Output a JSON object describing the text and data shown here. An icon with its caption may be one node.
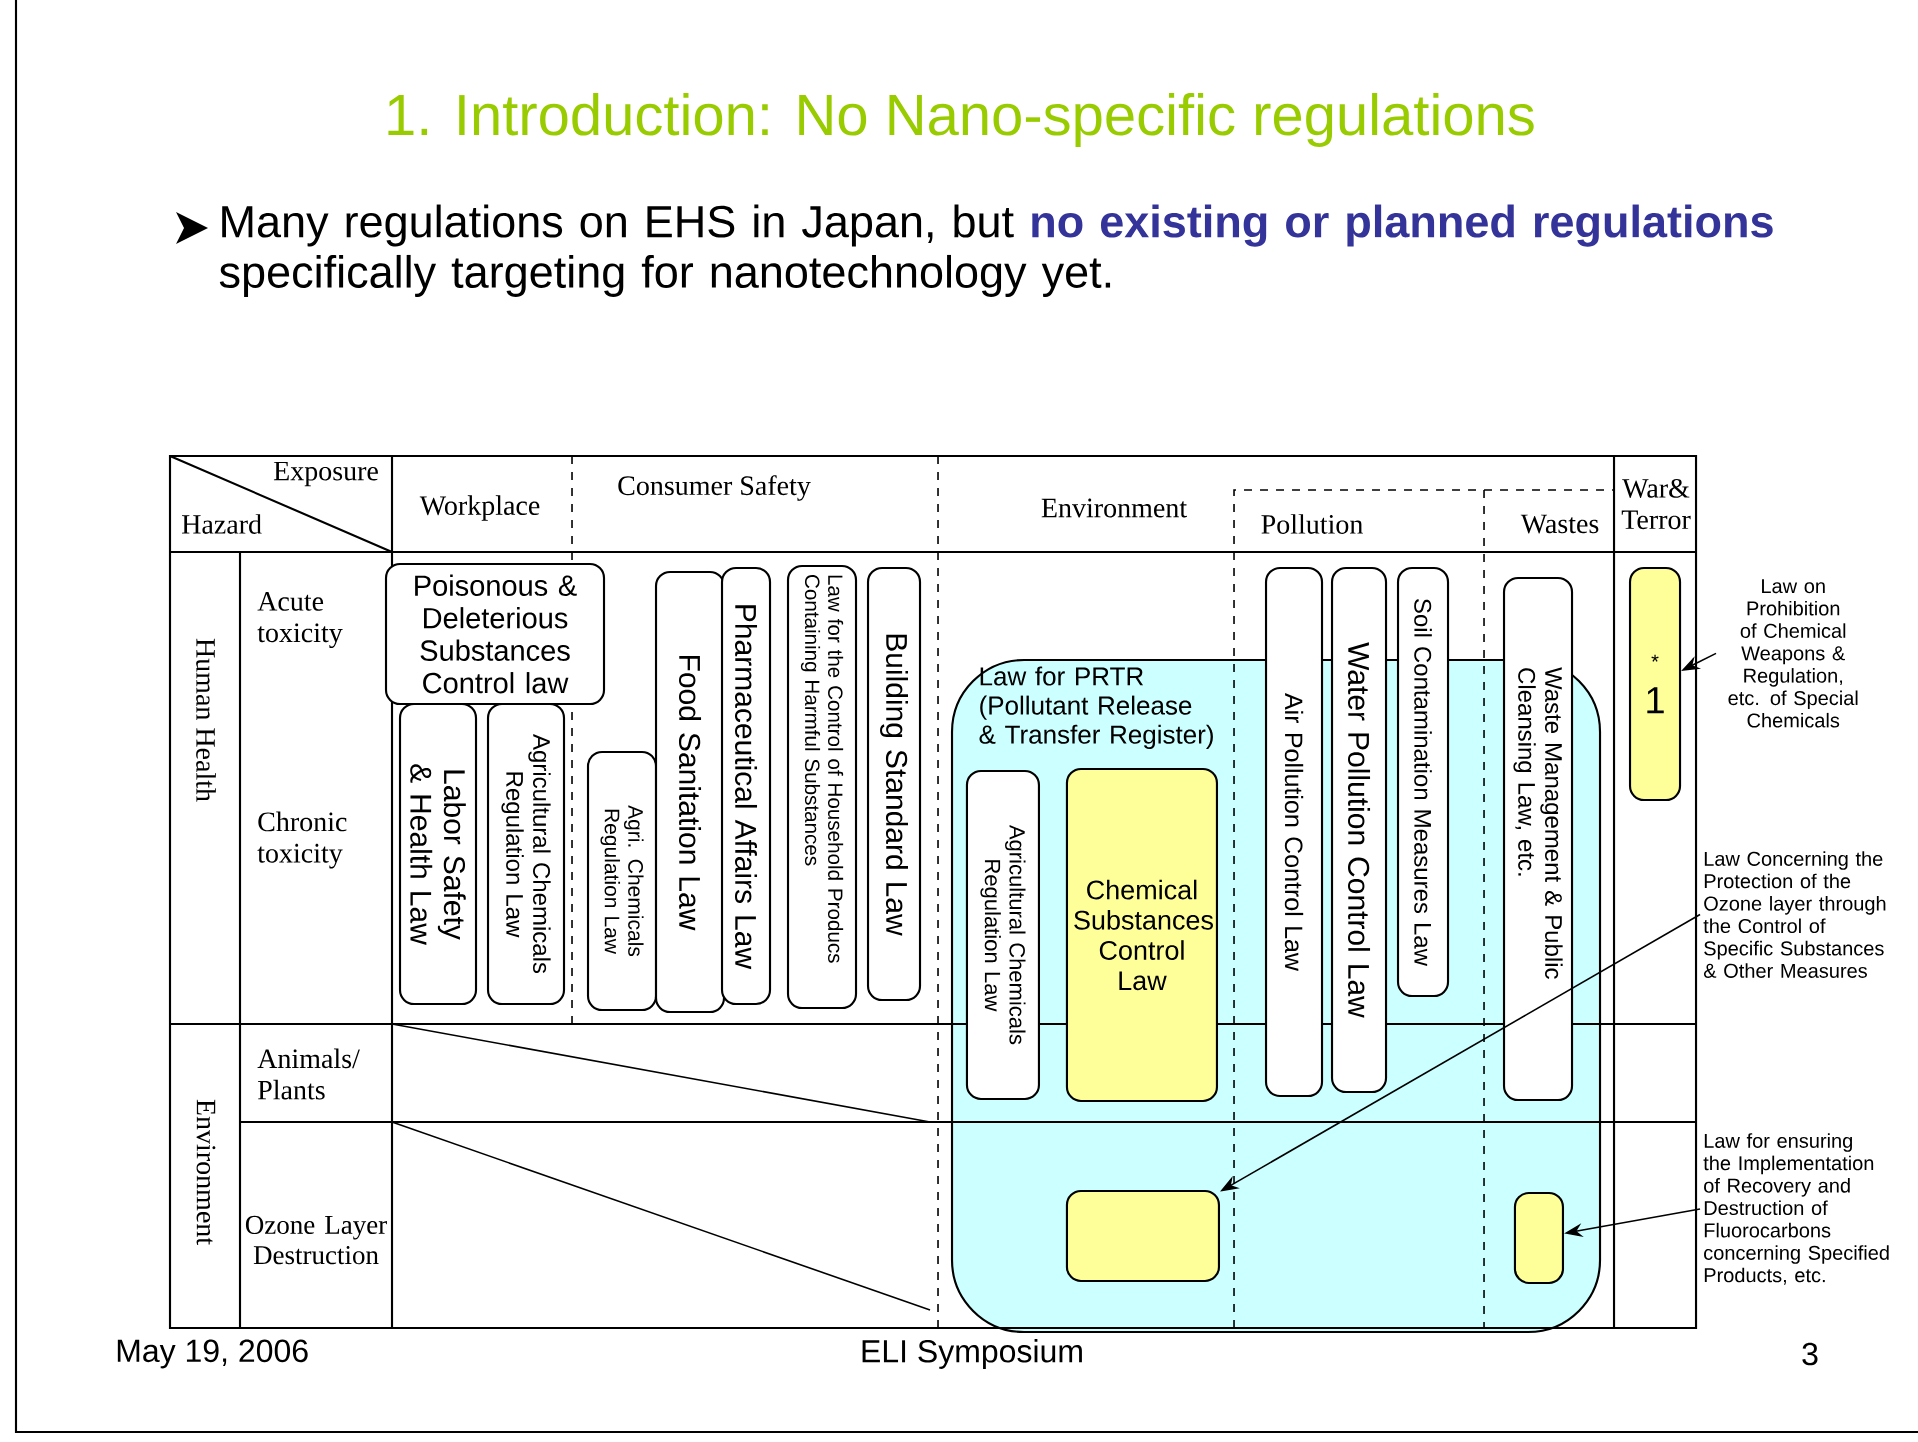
{
  "diagram": {
    "title": "1. Introduction: No Nano-specific regulations",
    "nodes": [
      {
        "text": [
          "Poisonous & Deleterious Substances Control law"
        ]
      },
      {
        "text": [
          "Labor Safety & Health Law"
        ]
      },
      {
        "text": [
          "Agricultural Chemicals Regulation Law"
        ]
      },
      {
        "text": [
          "Agri. Chemicals Regulation Law"
        ]
      },
      {
        "text": [
          "Food Sanitation Law"
        ]
      },
      {
        "text": [
          "Pharmaceutical Affairs Law"
        ]
      },
      {
        "text": [
          "Law for the Control of Household Producs Containing Harmful Substances"
        ]
      },
      {
        "text": [
          "Building Standard Law"
        ]
      },
      {
        "text": [
          "Law for PRTR (Pollutant Release & Transfer Register)"
        ]
      },
      {
        "text": [
          "Agricultural Chemicals Regulation Law"
        ],
        "in": 8
      },
      {
        "text": [
          "Chemical Substances Control Law"
        ],
        "in": 8
      },
      {
        "text": [
          "Air Pollution Control Law"
        ]
      },
      {
        "text": [
          "Water Pollution Control Law"
        ]
      },
      {
        "text": [
          "Soil Contamination Measures Law"
        ]
      },
      {
        "text": [
          "Waste Management & Public Cleansing Law, etc."
        ]
      },
      {
        "text": [
          "*",
          "1"
        ]
      },
      {
        "text": [
          "Law on Prohibition of Chemical Weapons & Regulation, etc. of Special Chemicals"
        ]
      },
      {
        "text": [
          "Law Concerning the Protection of the Ozone layer through the Control of Specific Substances & Other Measures"
        ]
      },
      {
        "text": [],
        "shape": "box",
        "in": 8
      },
      {
        "text": [],
        "shape": "box",
        "in": 8
      },
      {
        "text": [
          "Law for ensuring the Implementation of Recovery and Destruction of Fluorocarbons concerning Specified Products, etc."
        ]
      }
    ],
    "edges": [
      {
        "from": 16,
        "to": 15,
        "arrow": "to"
      },
      {
        "from": 17,
        "to": 18,
        "arrow": "to"
      },
      {
        "from": 20,
        "to": 19,
        "arrow": "to"
      }
    ],
    "labels": [
      "Many regulations on EHS in Japan, but **no existing or planned regulations** specifically targeting for nanotechnology yet.",
      "Exposure",
      "Hazard",
      "Workplace",
      "Consumer Safety",
      "Environment",
      "Pollution",
      "Wastes",
      "War& Terror",
      "Human Health",
      "Acute toxicity",
      "Chronic toxicity",
      "Environment",
      "Animals/ Plants",
      "Ozone Layer Destruction",
      "May 19, 2006",
      "ELI Symposium",
      "3"
    ]
  }
}
